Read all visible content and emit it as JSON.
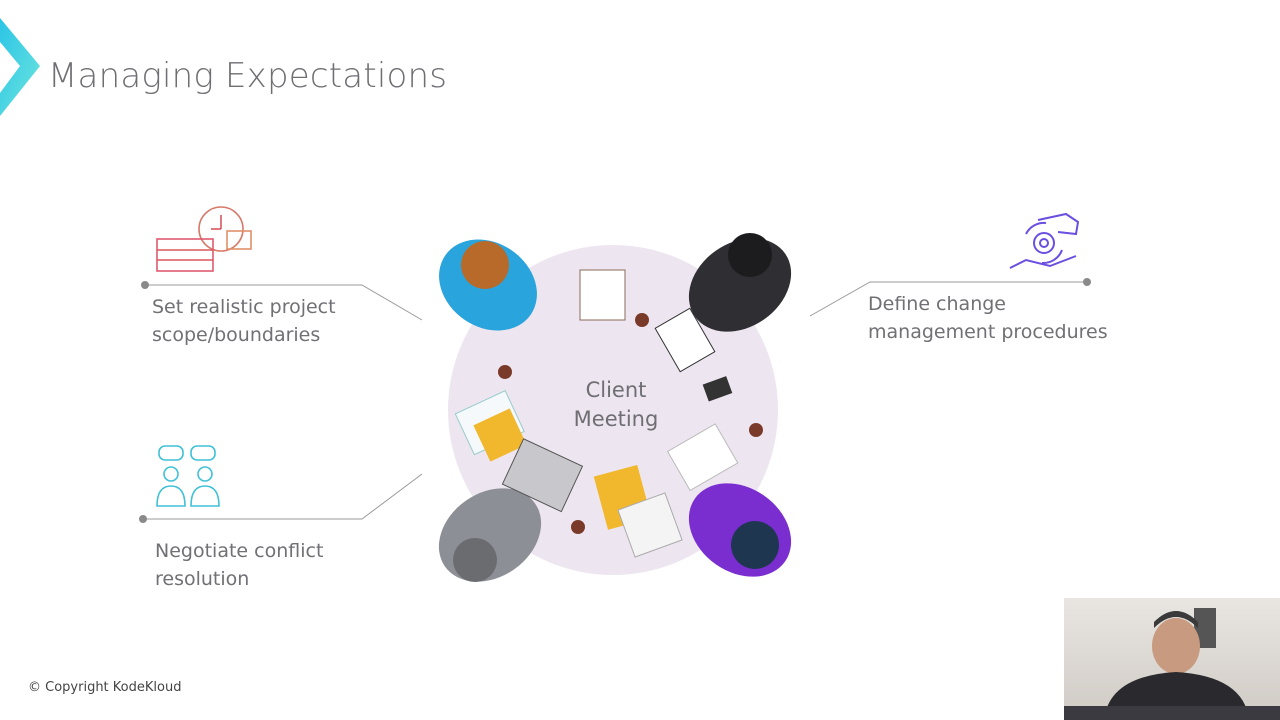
{
  "title": "Managing Expectations",
  "center_label": [
    "Client",
    "Meeting"
  ],
  "items": [
    {
      "lines": [
        "Set realistic project",
        "scope/boundaries"
      ],
      "icon": "fence-clock-briefcase-icon",
      "color": "#d9485f"
    },
    {
      "lines": [
        "Define change",
        "management procedures"
      ],
      "icon": "hands-gear-cycle-icon",
      "color": "#6a4fe0"
    },
    {
      "lines": [
        "Negotiate conflict",
        "resolution"
      ],
      "icon": "two-people-chat-icon",
      "color": "#3fc1d6"
    }
  ],
  "copyright": "© Copyright KodeKloud",
  "colors": {
    "accent": "#3fd0e0",
    "table": "#ede5f0",
    "line": "#9a9a9a"
  }
}
